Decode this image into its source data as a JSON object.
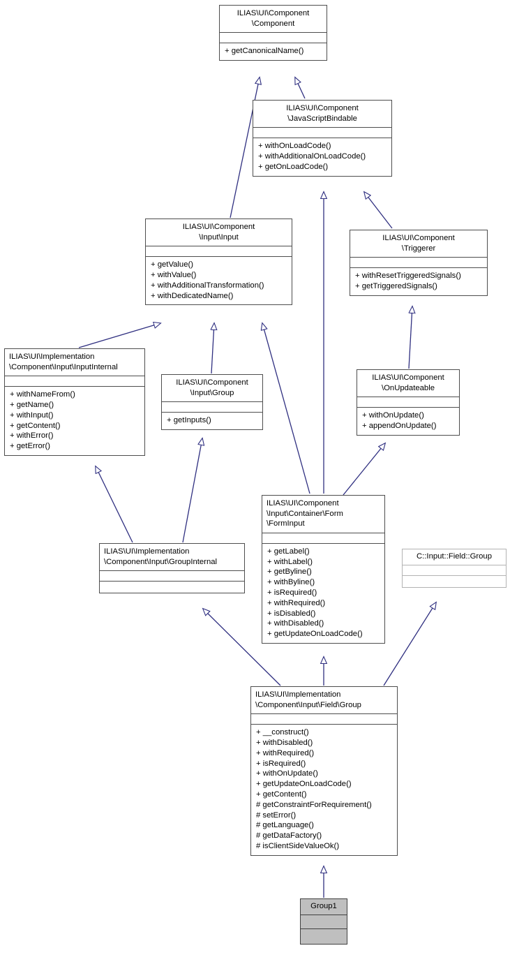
{
  "diagram": {
    "kind": "uml-class-inheritance-diagram",
    "edge_color": "#2f2f80",
    "node_border_color": "#4d4d4d",
    "highlight_fill": "#bfbfbf",
    "background": "#ffffff",
    "nodes": [
      {
        "id": "component",
        "title": "ILIAS\\UI\\Component\n\\Component",
        "attributes": [],
        "operations": [
          "+ getCanonicalName()"
        ],
        "style": "normal"
      },
      {
        "id": "javascriptbindable",
        "title": "ILIAS\\UI\\Component\n\\JavaScriptBindable",
        "attributes": [],
        "operations": [
          "+ withOnLoadCode()",
          "+ withAdditionalOnLoadCode()",
          "+ getOnLoadCode()"
        ],
        "style": "normal"
      },
      {
        "id": "input",
        "title": "ILIAS\\UI\\Component\n\\Input\\Input",
        "attributes": [],
        "operations": [
          "+ getValue()",
          "+ withValue()",
          "+ withAdditionalTransformation()",
          "+ withDedicatedName()"
        ],
        "style": "normal"
      },
      {
        "id": "triggerer",
        "title": "ILIAS\\UI\\Component\n\\Triggerer",
        "attributes": [],
        "operations": [
          "+ withResetTriggeredSignals()",
          "+ getTriggeredSignals()"
        ],
        "style": "normal"
      },
      {
        "id": "inputinternal",
        "title": "ILIAS\\UI\\Implementation\n\\Component\\Input\\InputInternal",
        "attributes": [],
        "operations": [
          "+ withNameFrom()",
          "+ getName()",
          "+ withInput()",
          "+ getContent()",
          "+ withError()",
          "+ getError()"
        ],
        "style": "normal"
      },
      {
        "id": "inputgroup",
        "title": "ILIAS\\UI\\Component\n\\Input\\Group",
        "attributes": [],
        "operations": [
          "+ getInputs()"
        ],
        "style": "normal"
      },
      {
        "id": "onupdateable",
        "title": "ILIAS\\UI\\Component\n\\OnUpdateable",
        "attributes": [],
        "operations": [
          "+ withOnUpdate()",
          "+ appendOnUpdate()"
        ],
        "style": "normal"
      },
      {
        "id": "groupinternal",
        "title": "ILIAS\\UI\\Implementation\n\\Component\\Input\\GroupInternal",
        "attributes": [],
        "operations": [],
        "style": "normal"
      },
      {
        "id": "forminput",
        "title": "ILIAS\\UI\\Component\n\\Input\\Container\\Form\n\\FormInput",
        "attributes": [],
        "operations": [
          "+ getLabel()",
          "+ withLabel()",
          "+ getByline()",
          "+ withByline()",
          "+ isRequired()",
          "+ withRequired()",
          "+ isDisabled()",
          "+ withDisabled()",
          "+ getUpdateOnLoadCode()"
        ],
        "style": "normal"
      },
      {
        "id": "cinputfieldgroup",
        "title": "C::Input::Field::Group",
        "attributes": [],
        "operations": [],
        "style": "faded"
      },
      {
        "id": "fieldgroup",
        "title": "ILIAS\\UI\\Implementation\n\\Component\\Input\\Field\\Group",
        "attributes": [],
        "operations": [
          "+ __construct()",
          "+ withDisabled()",
          "+ withRequired()",
          "+ isRequired()",
          "+ withOnUpdate()",
          "+ getUpdateOnLoadCode()",
          "+ getContent()",
          "# getConstraintForRequirement()",
          "# setError()",
          "# getLanguage()",
          "# getDataFactory()",
          "# isClientSideValueOk()"
        ],
        "style": "normal"
      },
      {
        "id": "group1",
        "title": "Group1",
        "attributes": [],
        "operations": [],
        "style": "highlight"
      }
    ],
    "edges": [
      {
        "from": "input",
        "to": "component",
        "type": "inheritance"
      },
      {
        "from": "javascriptbindable",
        "to": "component",
        "type": "inheritance"
      },
      {
        "from": "forminput",
        "to": "javascriptbindable",
        "type": "inheritance"
      },
      {
        "from": "triggerer",
        "to": "javascriptbindable",
        "type": "inheritance"
      },
      {
        "from": "inputinternal",
        "to": "input",
        "type": "inheritance"
      },
      {
        "from": "inputgroup",
        "to": "input",
        "type": "inheritance"
      },
      {
        "from": "forminput",
        "to": "input",
        "type": "inheritance"
      },
      {
        "from": "onupdateable",
        "to": "triggerer",
        "type": "inheritance"
      },
      {
        "from": "forminput",
        "to": "onupdateable",
        "type": "inheritance"
      },
      {
        "from": "groupinternal",
        "to": "inputinternal",
        "type": "inheritance"
      },
      {
        "from": "groupinternal",
        "to": "inputgroup",
        "type": "inheritance"
      },
      {
        "from": "fieldgroup",
        "to": "groupinternal",
        "type": "inheritance"
      },
      {
        "from": "fieldgroup",
        "to": "forminput",
        "type": "inheritance"
      },
      {
        "from": "fieldgroup",
        "to": "cinputfieldgroup",
        "type": "inheritance"
      },
      {
        "from": "group1",
        "to": "fieldgroup",
        "type": "inheritance"
      }
    ]
  }
}
